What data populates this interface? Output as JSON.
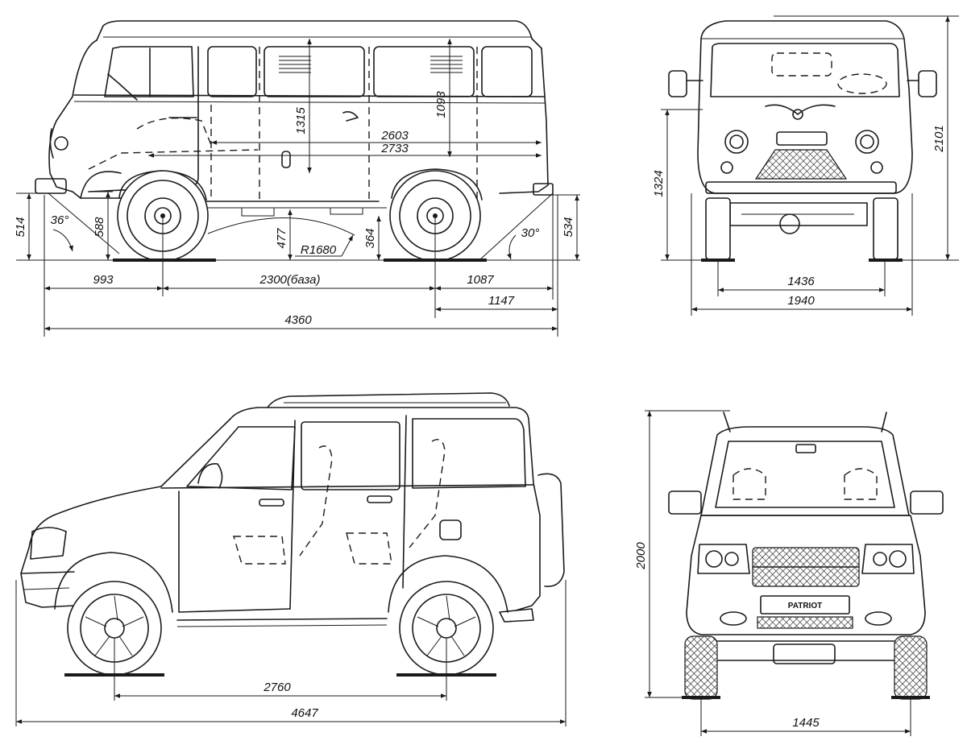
{
  "van_side": {
    "dims": {
      "front_overhang": "993",
      "wheelbase": "2300(база)",
      "rear_overhang_a": "1087",
      "rear_overhang_b": "1147",
      "length": "4360",
      "interior_length_a": "2603",
      "interior_length_b": "2733",
      "interior_height_a": "1315",
      "interior_height_b": "1093",
      "front_bumper_height": "514",
      "front_step_height": "588",
      "clearance_front": "477",
      "clearance_rear": "364",
      "ramp_radius": "R1680",
      "rear_bumper_height": "534",
      "approach_angle": "36°",
      "departure_angle": "30°"
    }
  },
  "van_front": {
    "dims": {
      "height": "2101",
      "body_height": "1324",
      "track": "1436",
      "width": "1940"
    }
  },
  "suv_side": {
    "dims": {
      "wheelbase": "2760",
      "length": "4647"
    }
  },
  "suv_front": {
    "badge": "PATRIOT",
    "dims": {
      "height": "2000",
      "track": "1445"
    }
  }
}
